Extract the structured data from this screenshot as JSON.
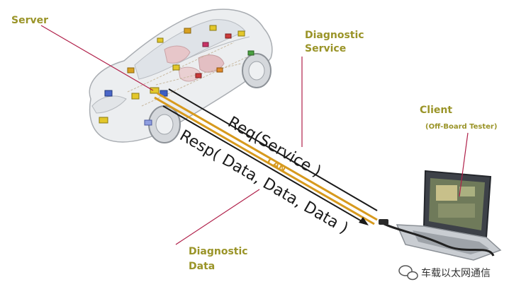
{
  "labels": {
    "server": "Server",
    "diagnostic_service_line1": "Diagnostic",
    "diagnostic_service_line2": "Service",
    "client": "Client",
    "client_sub": "(Off-Board Tester)",
    "diagnostic_data_line1": "Diagnostic",
    "diagnostic_data_line2": "Data",
    "request": "Req(Service )",
    "response": "Resp( Data, Data, Data )",
    "bus": "CAN"
  },
  "watermark": "车载以太网通信",
  "colors": {
    "label": "#9a9428",
    "bus": "#d79a1e",
    "pointer": "#b0204a",
    "message_line": "#1a1a1a"
  },
  "icons": {
    "vehicle": "car-xray-icon",
    "tester": "laptop-icon",
    "watermark": "wechat-icon"
  }
}
